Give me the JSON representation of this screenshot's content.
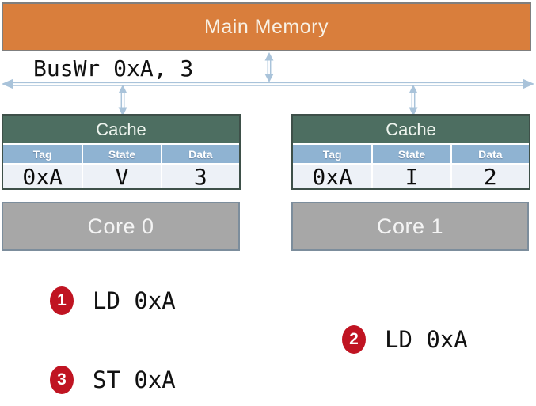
{
  "memory": {
    "label": "Main Memory"
  },
  "bus": {
    "label": "BusWr 0xA, 3"
  },
  "caches": [
    {
      "title": "Cache",
      "columns": [
        "Tag",
        "State",
        "Data"
      ],
      "row": {
        "tag": "0xA",
        "state": "V",
        "data": "3"
      },
      "red_cell": "data"
    },
    {
      "title": "Cache",
      "columns": [
        "Tag",
        "State",
        "Data"
      ],
      "row": {
        "tag": "0xA",
        "state": "I",
        "data": "2"
      },
      "red_cell": "state"
    }
  ],
  "cores": [
    {
      "label": "Core 0"
    },
    {
      "label": "Core 1"
    }
  ],
  "steps": [
    {
      "num": "1",
      "label": "LD 0xA"
    },
    {
      "num": "2",
      "label": "LD 0xA"
    },
    {
      "num": "3",
      "label": "ST 0xA"
    }
  ],
  "colors": {
    "memory": "#d97e3c",
    "memoryBorder": "#7f7f7f",
    "memoryText": "#f8f1e5",
    "cacheHeader": "#4d6e61",
    "cacheBorder": "#3e5049",
    "colHeader": "#8fb3d2",
    "rowBg": "#edf1f7",
    "core": "#a7a7a7",
    "coreBorder": "#7c8d9c",
    "badge": "#c01422",
    "red": "#e8231c",
    "bus": "#a9c3da"
  }
}
